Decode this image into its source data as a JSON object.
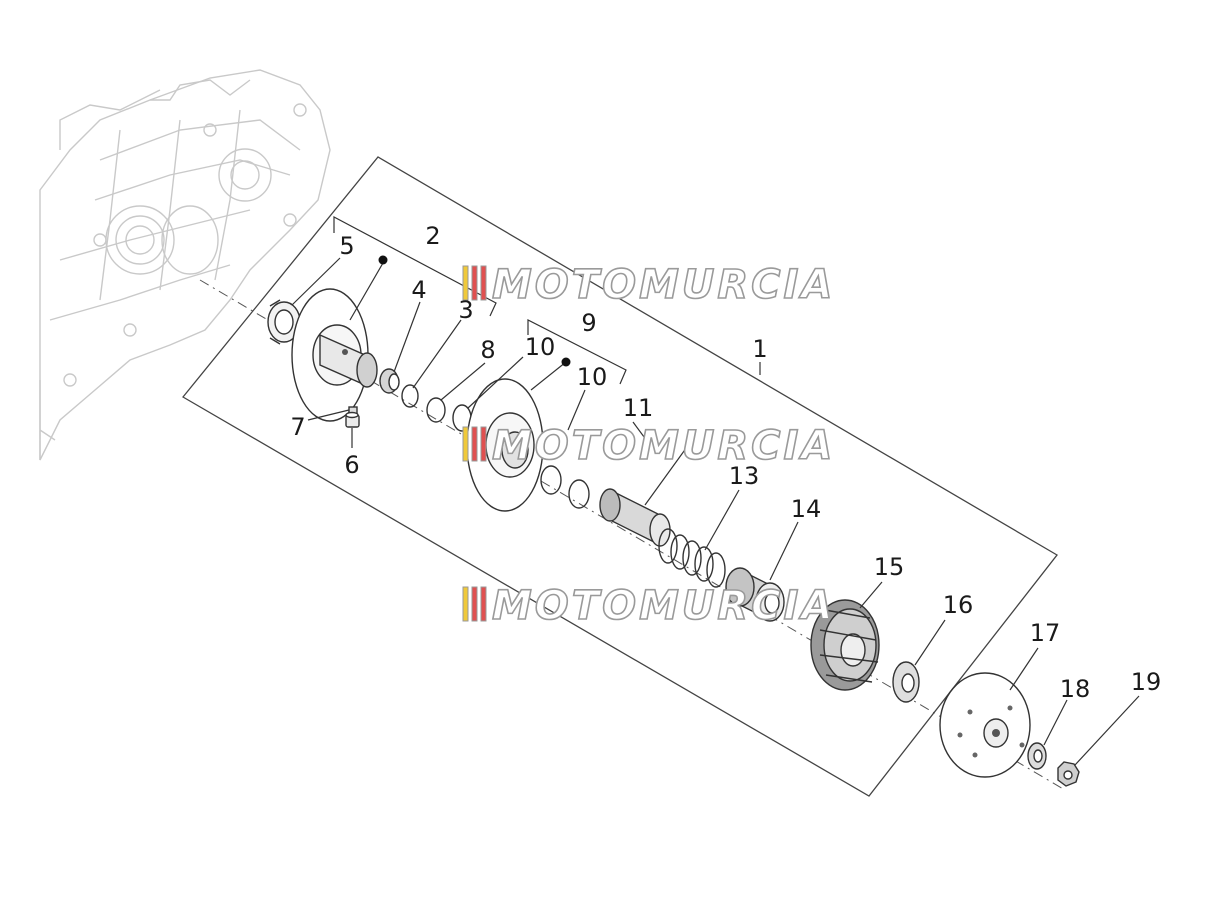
{
  "watermark": {
    "text": "MOTOMURCIA"
  },
  "callouts": [
    "1",
    "2",
    "3",
    "4",
    "5",
    "6",
    "7",
    "8",
    "9",
    "10",
    "10",
    "11",
    "13",
    "14",
    "15",
    "16",
    "17",
    "18",
    "19"
  ]
}
